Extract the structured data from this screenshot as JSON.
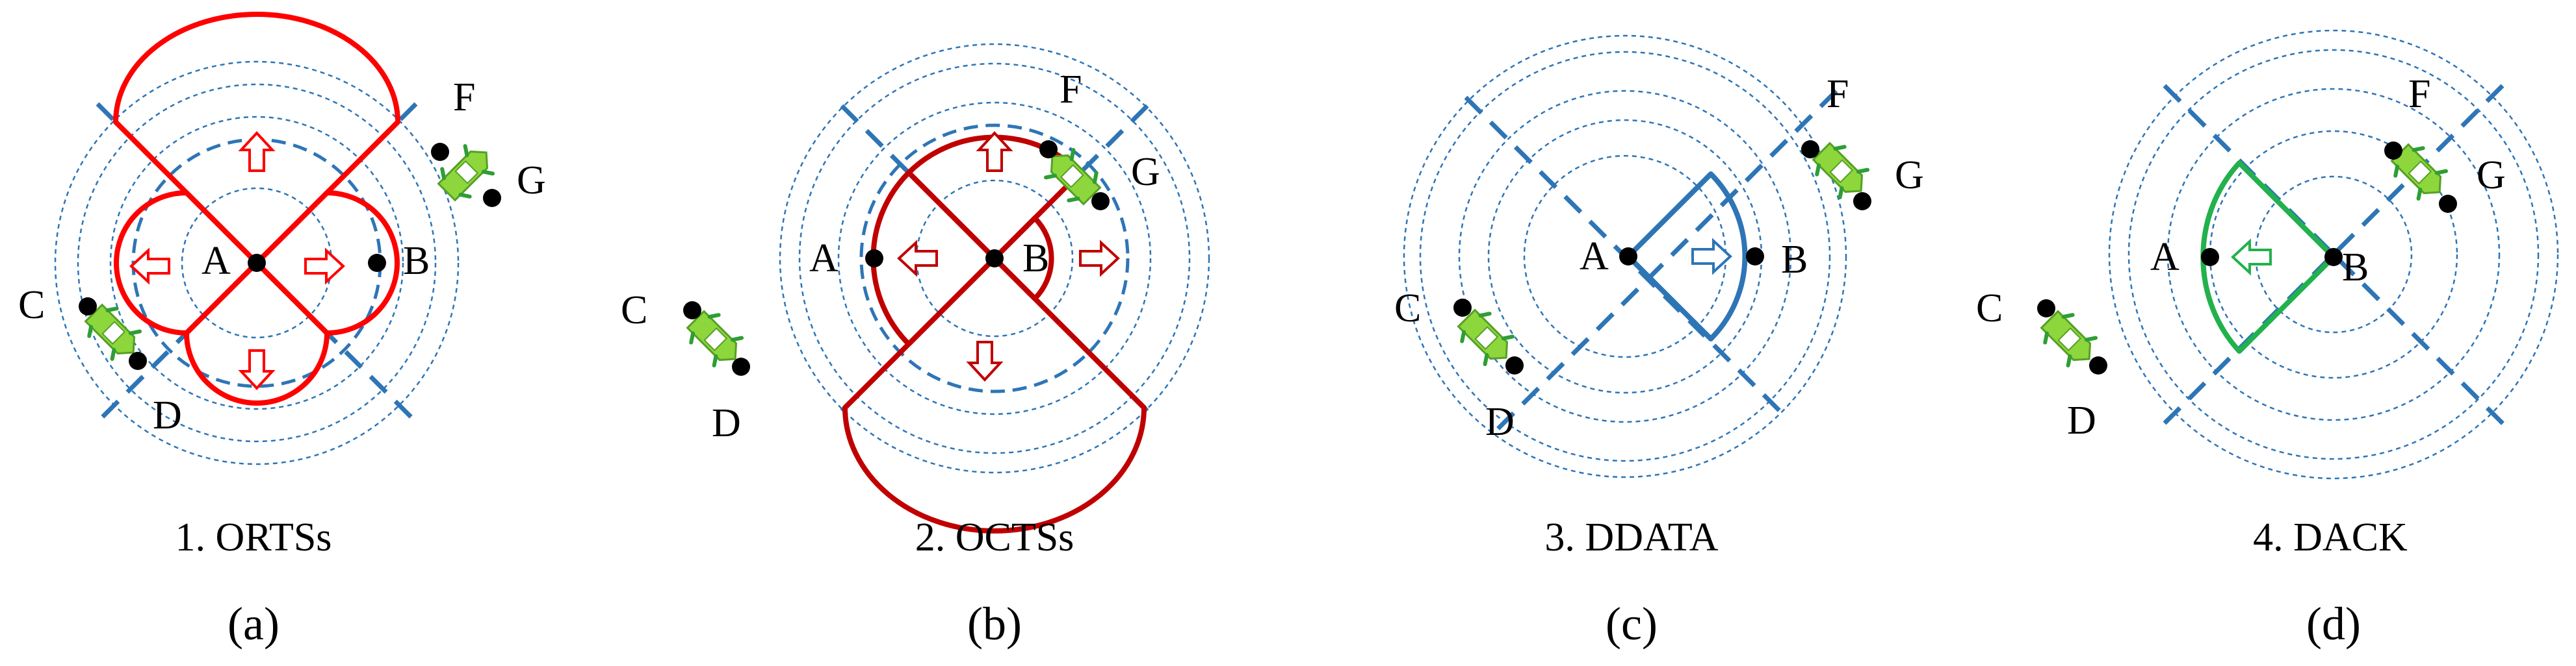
{
  "panels": [
    {
      "caption": "1. ORTSs",
      "sub": "(a)",
      "labels": {
        "A": "A",
        "B": "B",
        "C": "C",
        "D": "D",
        "F": "F",
        "G": "G"
      }
    },
    {
      "caption": "2. OCTSs",
      "sub": "(b)",
      "labels": {
        "A": "A",
        "B": "B",
        "C": "C",
        "D": "D",
        "F": "F",
        "G": "G"
      }
    },
    {
      "caption": "3. DDATA",
      "sub": "(c)",
      "labels": {
        "A": "A",
        "B": "B",
        "C": "C",
        "D": "D",
        "F": "F",
        "G": "G"
      }
    },
    {
      "caption": "4. DACK",
      "sub": "(d)",
      "labels": {
        "A": "A",
        "B": "B",
        "C": "C",
        "D": "D",
        "F": "F",
        "G": "G"
      }
    }
  ],
  "colors": {
    "ring": "#2e75b6",
    "divider": "#2e75b6",
    "orts": "#ff0000",
    "octs": "#c00000",
    "ddata": "#2e75b6",
    "dack": "#22b14c",
    "vehicle": "#8dd63c",
    "node": "#000000"
  }
}
